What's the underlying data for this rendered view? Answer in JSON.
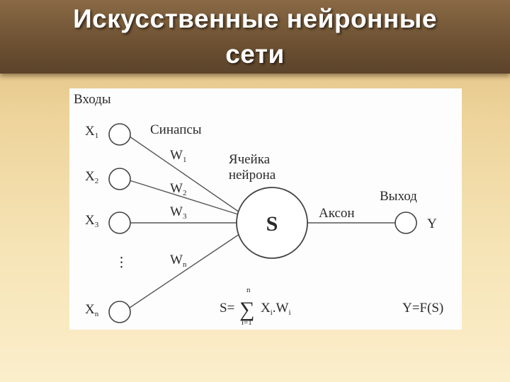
{
  "title": {
    "line1": "Искусственные нейронные",
    "line2": "сети"
  },
  "diagram": {
    "inputs_label": "Входы",
    "synapses_label": "Синапсы",
    "cell_label_1": "Ячейка",
    "cell_label_2": "нейрона",
    "neuron_symbol": "S",
    "axon_label": "Аксон",
    "output_label": "Выход",
    "output_symbol": "Y",
    "inputs": [
      {
        "base": "X",
        "sub": "1"
      },
      {
        "base": "X",
        "sub": "2"
      },
      {
        "base": "X",
        "sub": "3"
      },
      {
        "base": "X",
        "sub": "n"
      }
    ],
    "weights": [
      {
        "base": "W",
        "sub": "1"
      },
      {
        "base": "W",
        "sub": "2"
      },
      {
        "base": "W",
        "sub": "3"
      },
      {
        "base": "W",
        "sub": "n"
      }
    ],
    "ellipsis": "⋮",
    "formula_sum": {
      "lhs": "S=",
      "sigma": "∑",
      "upper": "n",
      "lower": "i=1",
      "term_x": "X",
      "term_x_sub": "i",
      "dot": ".",
      "term_w": "W",
      "term_w_sub": "i"
    },
    "formula_output": "Y=F(S)"
  }
}
